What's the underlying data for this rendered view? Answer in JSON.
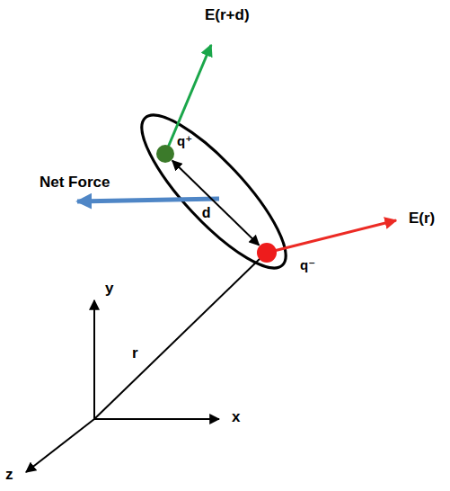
{
  "diagram": {
    "nodes": [
      {
        "text": [
          "q⁺"
        ]
      },
      {
        "text": [
          "q⁻"
        ]
      }
    ],
    "edges": [
      {
        "from": 0,
        "to": 1,
        "label": "d",
        "arrow": "both"
      }
    ],
    "labels": [
      "E(r+d)",
      "Net Force",
      "E(r)",
      "y",
      "r",
      "x",
      "z"
    ]
  }
}
